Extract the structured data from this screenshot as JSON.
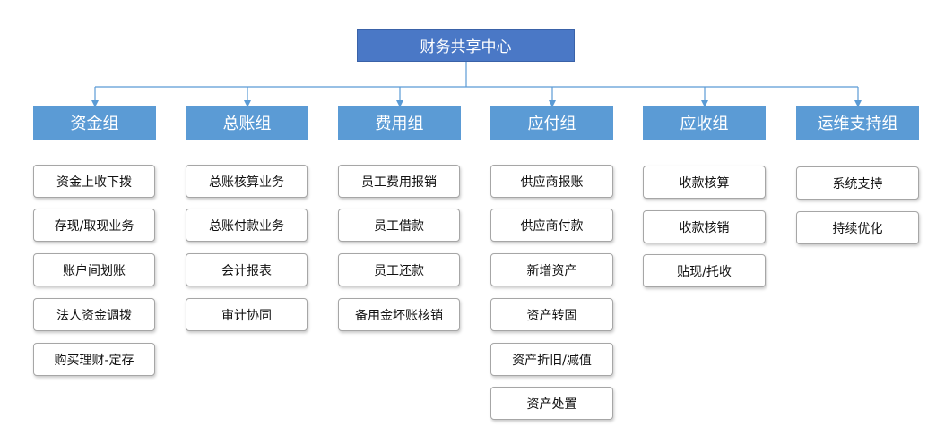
{
  "root": "财务共享中心",
  "groups": [
    {
      "title": "资金组",
      "items": [
        "资金上收下拨",
        "存现/取现业务",
        "账户间划账",
        "法人资金调拨",
        "购买理财-定存"
      ]
    },
    {
      "title": "总账组",
      "items": [
        "总账核算业务",
        "总账付款业务",
        "会计报表",
        "审计协同"
      ]
    },
    {
      "title": "费用组",
      "items": [
        "员工费用报销",
        "员工借款",
        "员工还款",
        "备用金坏账核销"
      ]
    },
    {
      "title": "应付组",
      "items": [
        "供应商报账",
        "供应商付款",
        "新增资产",
        "资产转固",
        "资产折旧/减值",
        "资产处置"
      ]
    },
    {
      "title": "应收组",
      "items": [
        "收款核算",
        "收款核销",
        "贴现/托收"
      ]
    },
    {
      "title": "运维支持组",
      "items": [
        "系统支持",
        "持续优化"
      ]
    }
  ],
  "colors": {
    "root_fill": "#4a78c6",
    "group_fill": "#5b9bd5",
    "connector": "#5b9bd5"
  }
}
